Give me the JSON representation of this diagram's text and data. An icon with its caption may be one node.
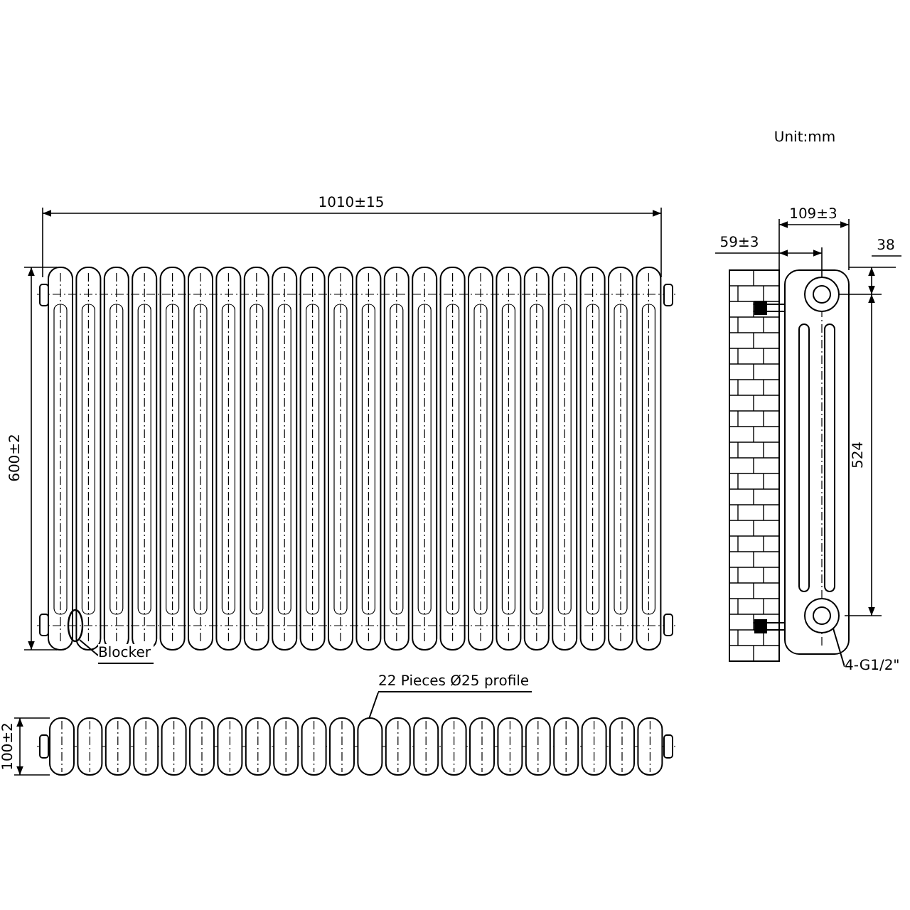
{
  "diagram": {
    "nodes": [
      {
        "text": [
          "Blocker"
        ]
      },
      {
        "text": [],
        "shape": "ellipse"
      },
      {
        "text": [
          "22 Pieces Ø25 profile"
        ]
      },
      {
        "text": [],
        "shape": "box"
      },
      {
        "text": [
          "4-G1/2\""
        ]
      },
      {
        "text": [],
        "shape": "circle"
      }
    ],
    "edges": [
      {
        "from": 0,
        "to": 1,
        "arrow": "none"
      },
      {
        "from": 2,
        "to": 3,
        "arrow": "none"
      },
      {
        "from": 4,
        "to": 5,
        "arrow": "none"
      }
    ],
    "labels": [
      "Unit:mm",
      "1010±15",
      "109±3",
      "59±3",
      "38",
      "600±2",
      "524",
      "100±2"
    ]
  }
}
